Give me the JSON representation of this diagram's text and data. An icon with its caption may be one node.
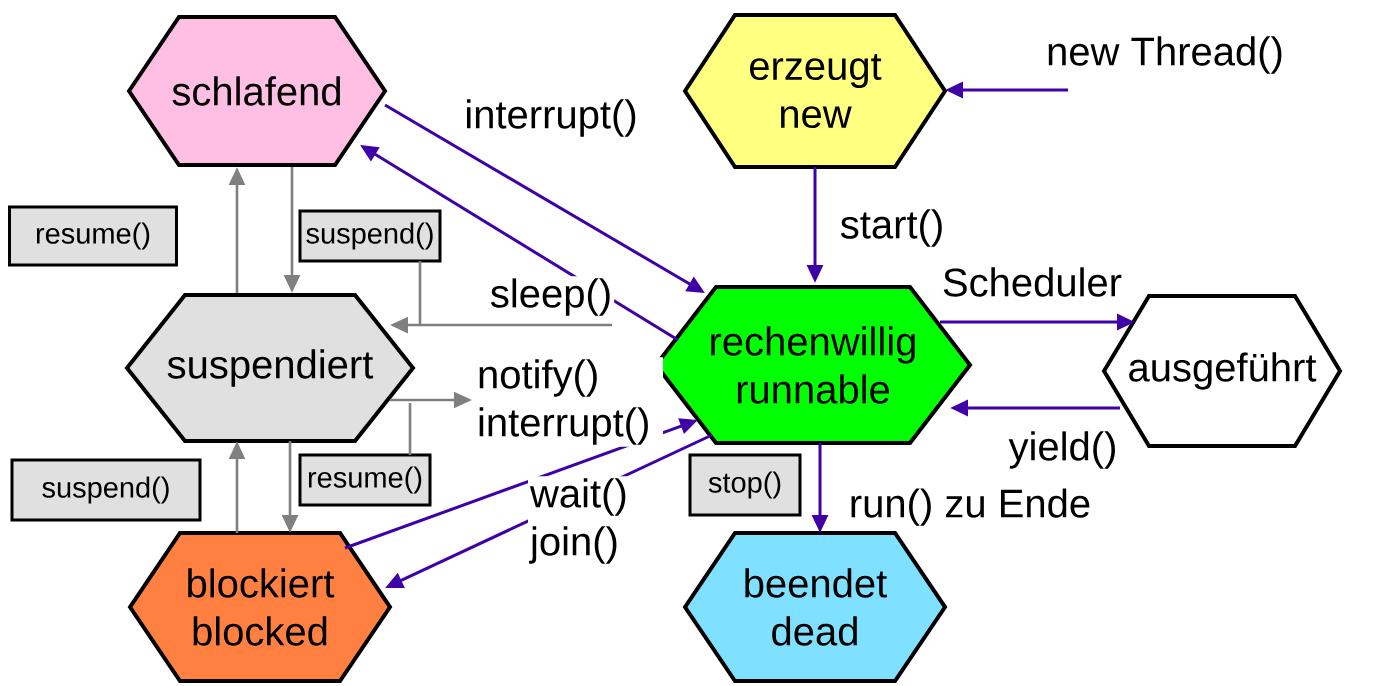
{
  "diagram": {
    "nodes": [
      {
        "text": [
          "schlafend"
        ]
      },
      {
        "text": [
          "erzeugt",
          "new"
        ]
      },
      {
        "text": [
          "new Thread()"
        ]
      },
      {
        "text": [
          "resume()"
        ]
      },
      {
        "text": [
          "suspend()"
        ]
      },
      {
        "text": [
          "suspendiert"
        ]
      },
      {
        "text": [
          "rechenwillig",
          "runnable"
        ]
      },
      {
        "text": [
          "ausgeführt"
        ]
      },
      {
        "text": [
          "suspend()"
        ]
      },
      {
        "text": [
          "resume()"
        ]
      },
      {
        "text": [
          "stop()"
        ]
      },
      {
        "text": [
          "blockiert",
          "blocked"
        ]
      },
      {
        "text": [
          "beendet",
          "dead"
        ]
      }
    ],
    "edges": [
      {
        "from": 2,
        "to": 1,
        "arrow": "to"
      },
      {
        "from": 0,
        "to": 6,
        "arrow": "to",
        "label": "interrupt()"
      },
      {
        "from": 6,
        "to": 0,
        "arrow": "to",
        "label": "sleep()"
      },
      {
        "from": 1,
        "to": 6,
        "arrow": "to",
        "label": "start()"
      },
      {
        "from": 6,
        "to": 7,
        "arrow": "to",
        "label": "Scheduler"
      },
      {
        "from": 7,
        "to": 6,
        "arrow": "to",
        "label": "yield()"
      },
      {
        "from": 5,
        "to": 0,
        "arrow": "to",
        "color": "#808080"
      },
      {
        "from": 0,
        "to": 5,
        "arrow": "to",
        "color": "#808080"
      },
      {
        "from": null,
        "to": 5,
        "arrow": "to",
        "color": "#808080"
      },
      {
        "from": 4,
        "to": null,
        "arrow": "none",
        "color": "#808080"
      },
      {
        "from": 5,
        "to": null,
        "arrow": "to",
        "color": "#808080"
      },
      {
        "from": 9,
        "to": null,
        "arrow": "none",
        "color": "#808080"
      },
      {
        "from": 11,
        "to": 6,
        "arrow": "to",
        "label": "notify() interrupt()"
      },
      {
        "from": 6,
        "to": 11,
        "arrow": "to",
        "label": "wait() join()"
      },
      {
        "from": 6,
        "to": 12,
        "arrow": "to",
        "label": "run() zu Ende"
      },
      {
        "from": 11,
        "to": 5,
        "arrow": "to",
        "color": "#808080"
      },
      {
        "from": 5,
        "to": 11,
        "arrow": "to",
        "color": "#808080"
      }
    ]
  }
}
